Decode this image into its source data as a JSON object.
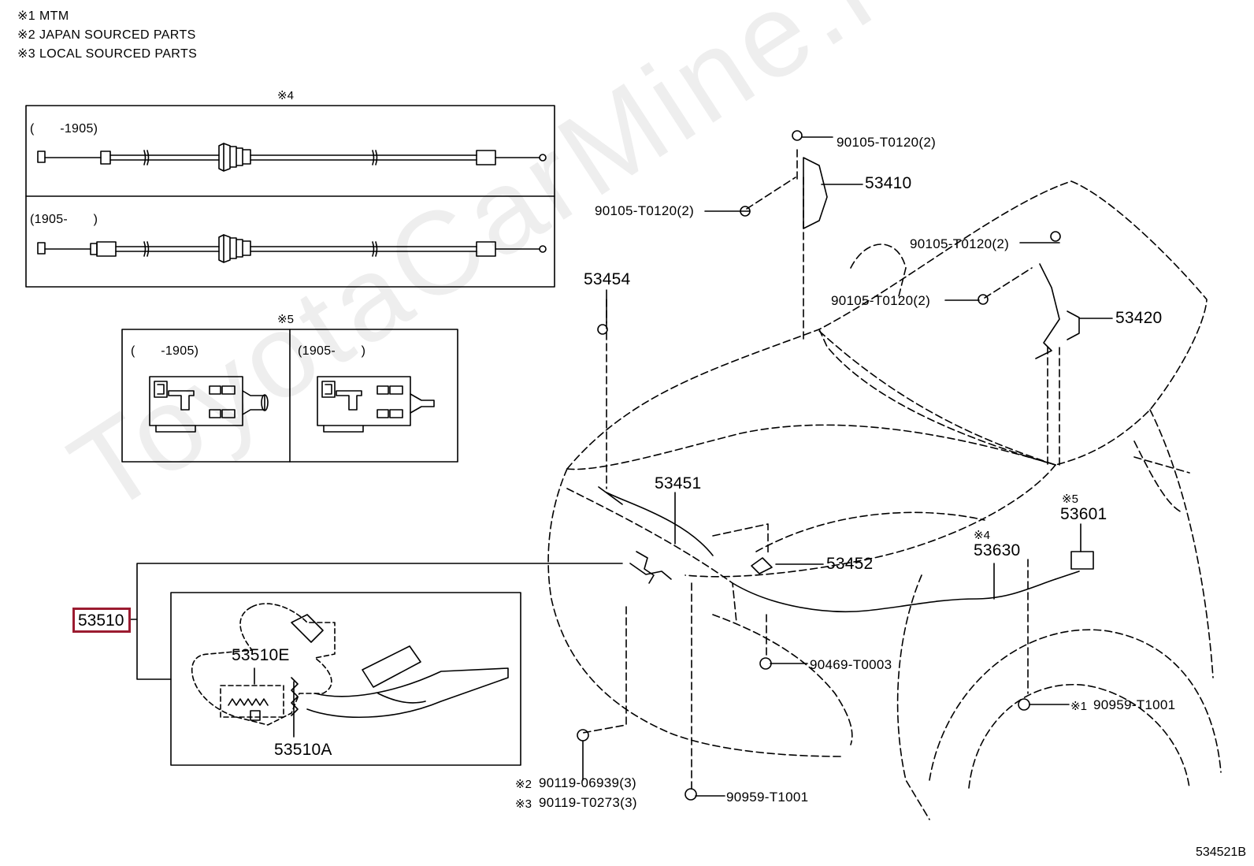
{
  "legend": [
    "※1 MTM",
    "※2 JAPAN SOURCED PARTS",
    "※3 LOCAL SOURCED PARTS"
  ],
  "watermark": "ToyotaCarMine.ru",
  "box4": {
    "note": "※4",
    "row1_range": "(　　-1905)",
    "row2_range": "(1905-　　)"
  },
  "box5": {
    "note": "※5",
    "left_range": "(　　-1905)",
    "right_range": "(1905-　　)"
  },
  "parts": {
    "p90105_a": "90105-T0120(2)",
    "p90105_b": "90105-T0120(2)",
    "p90105_c": "90105-T0120(2)",
    "p90105_d": "90105-T0120(2)",
    "p53410": "53410",
    "p53420": "53420",
    "p53454": "53454",
    "p53451": "53451",
    "p53452": "53452",
    "p53630": "53630",
    "p53630_note": "※4",
    "p53601": "53601",
    "p53601_note": "※5",
    "p53510": "53510",
    "p53510E": "53510E",
    "p53510A": "53510A",
    "p90469": "90469-T0003",
    "p90959_a": "90959-T1001",
    "p90959_a_note": "※1",
    "p90959_b": "90959-T1001",
    "p90119_a": "90119-06939(3)",
    "p90119_a_note": "※2",
    "p90119_b": "90119-T0273(3)",
    "p90119_b_note": "※3"
  },
  "highlight_color": "#9b1b30",
  "figure_id": "534521B"
}
